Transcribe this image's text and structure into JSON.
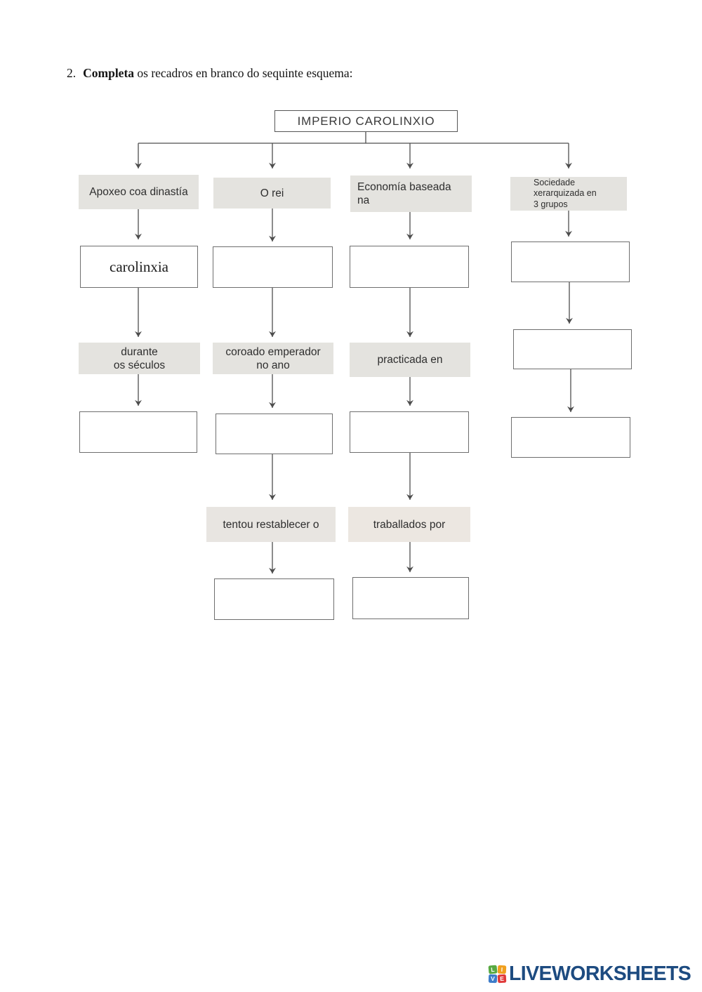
{
  "question": {
    "number": "2.",
    "bold": "Completa",
    "rest": " os recadros en branco do sequinte esquema:"
  },
  "diagram": {
    "root": "IMPERIO CAROLINXIO",
    "col1": {
      "header": "Apoxeo coa dinastía",
      "answer1": "carolinxia",
      "label2": "durante\nos séculos",
      "answer2": ""
    },
    "col2": {
      "header": "O rei",
      "answer1": "",
      "label2": "coroado emperador\nno ano",
      "answer2": "",
      "label3": "tentou restablecer o",
      "answer3": ""
    },
    "col3": {
      "header": "Economía baseada\nna",
      "answer1": "",
      "label2": "practicada en",
      "answer2": "",
      "label3": "traballados por",
      "answer3": ""
    },
    "col4": {
      "header": "Sociedade\nxerarquizada en\n3 grupos",
      "answer1": "",
      "answer2": "",
      "answer3": ""
    }
  },
  "footer": {
    "brand": "LIVEWORKSHEETS",
    "logo": {
      "letters": [
        "L",
        "I",
        "V",
        "E"
      ]
    }
  },
  "colors": {
    "brand_navy": "#1d4b80",
    "logo_green": "#58a942",
    "logo_yellow": "#f0a01e",
    "logo_blue": "#3d7cc9",
    "logo_red": "#e03a3a",
    "label_fill": "#e4e3df",
    "label_fill_warm": "#ece7e1",
    "box_border": "#6e6e6e",
    "arrow": "#4d4d4d"
  }
}
